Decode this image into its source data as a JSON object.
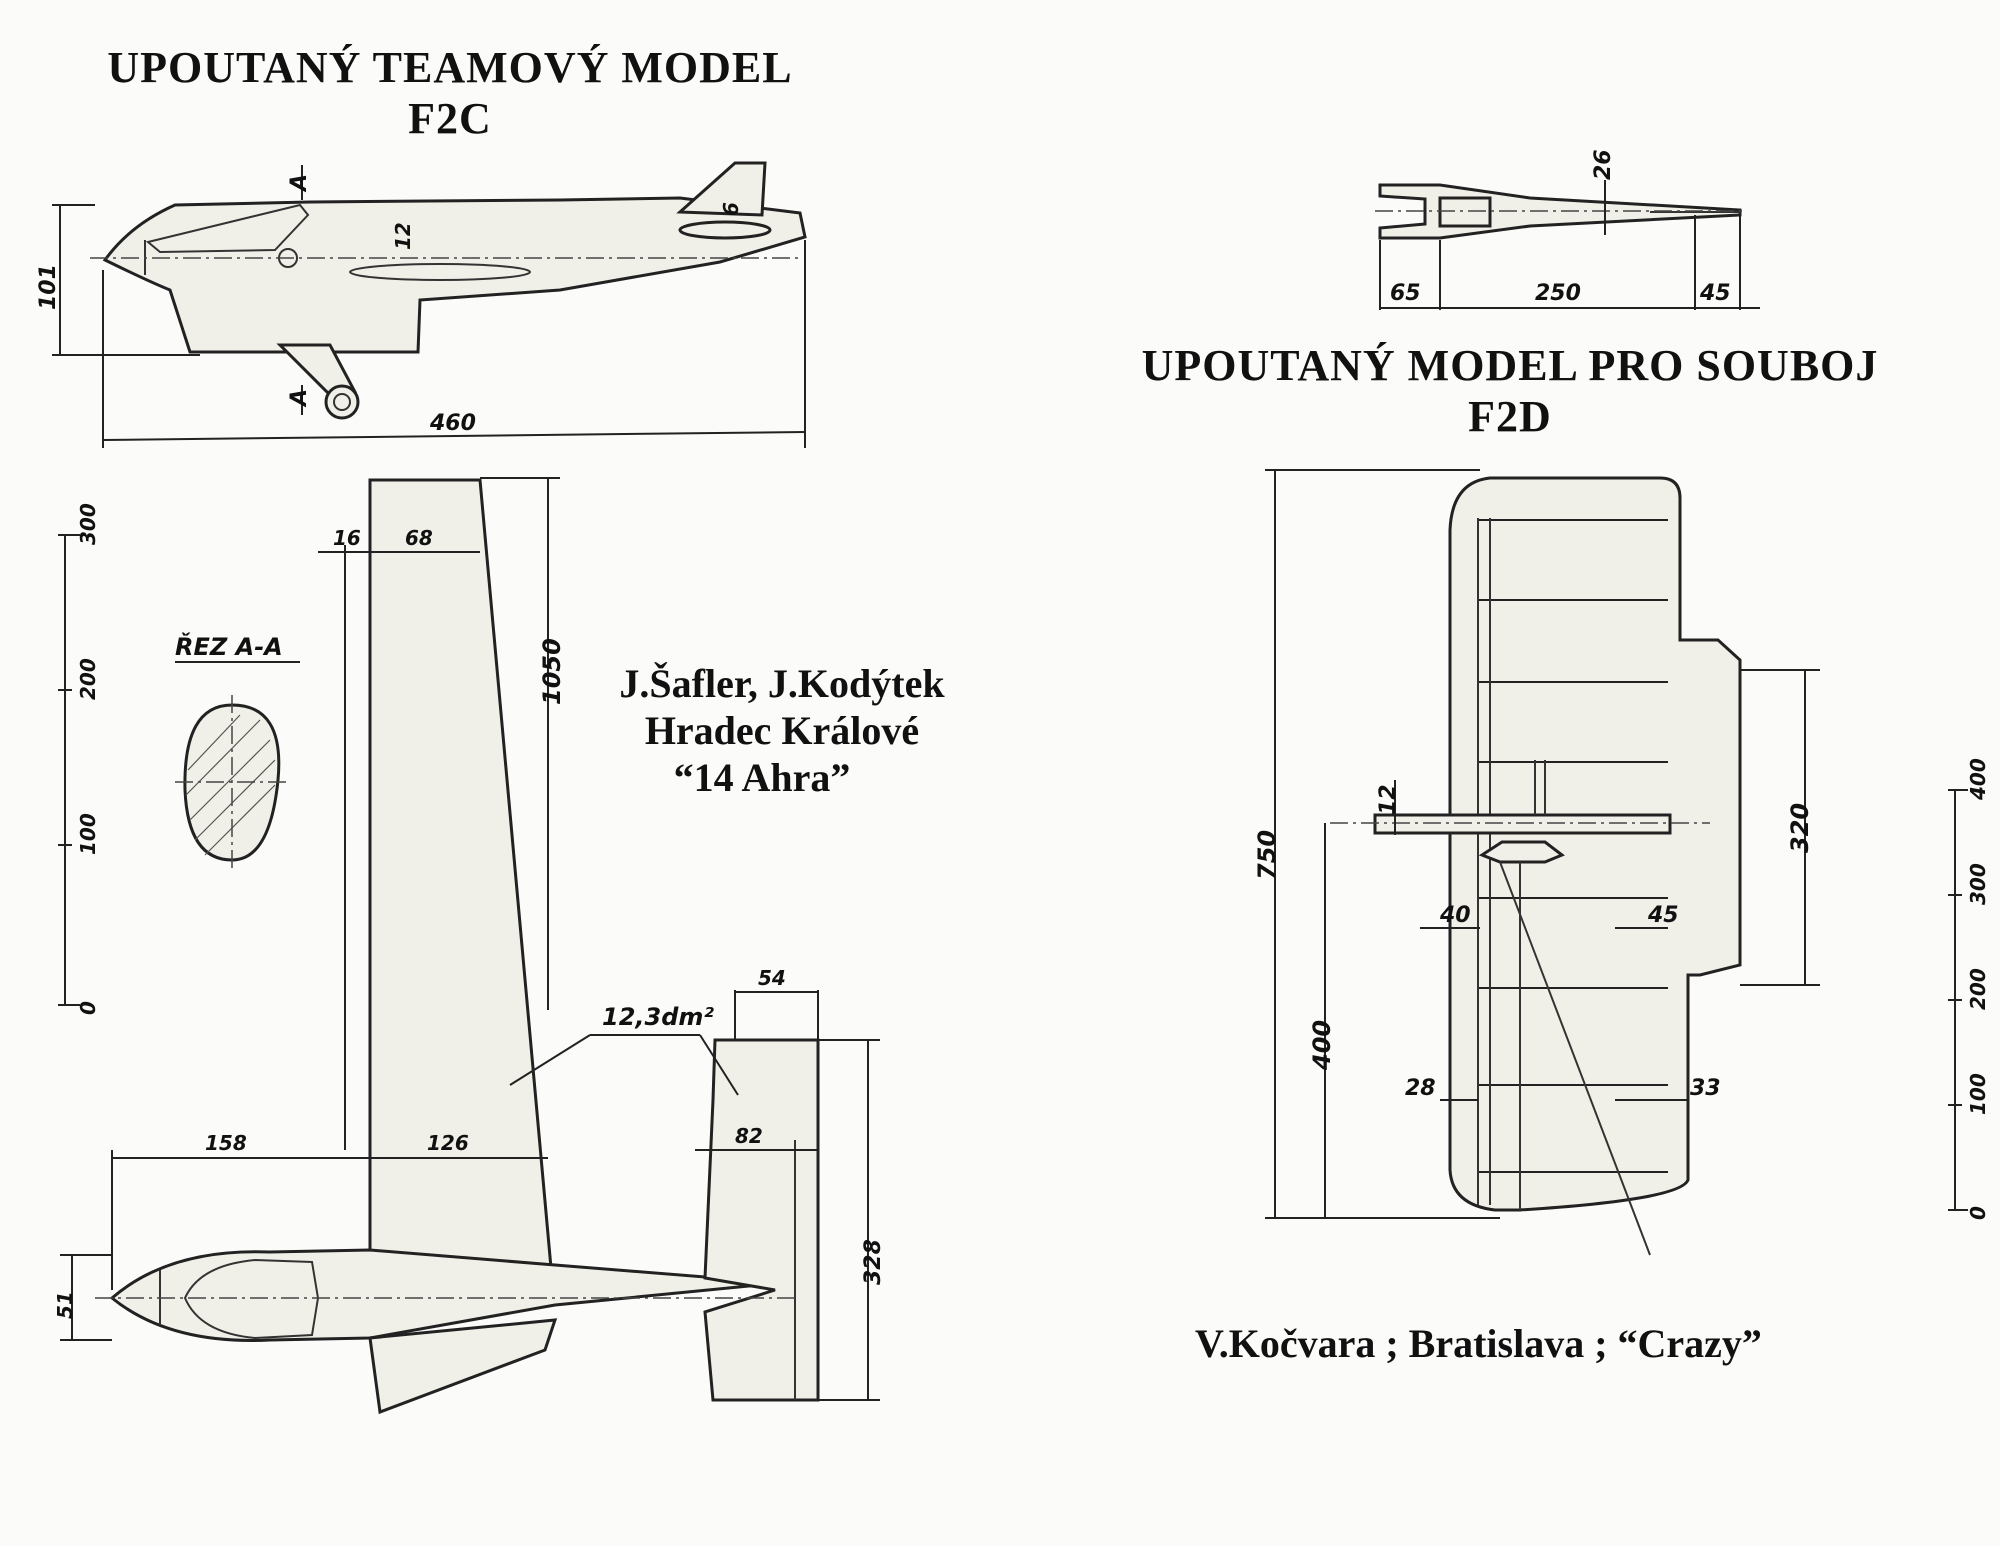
{
  "f2c": {
    "title_line1": "UPOUTANÝ  TEAMOVÝ  MODEL",
    "title_line2": "F2C",
    "credit_line1": "J.Šafler, J.Kodýtek",
    "credit_line2": "Hradec Králové",
    "credit_line3": "“14  Ahra”",
    "section_label": "ŘEZ A-A",
    "section_mark": "A",
    "area_label": "12,3dm²",
    "dims": {
      "height_101": "101",
      "length_460": "460",
      "thick_12": "12",
      "fin_6": "6",
      "span_1050": "1050",
      "d16": "16",
      "d68": "68",
      "d158": "158",
      "d126": "126",
      "d54": "54",
      "d82": "82",
      "d328": "328",
      "d51": "51"
    },
    "scale_ticks": [
      "300",
      "200",
      "100",
      "0"
    ]
  },
  "f2d": {
    "title_line1": "UPOUTANÝ  MODEL  PRO  SOUBOJ",
    "title_line2": "F2D",
    "credit": "V.Kočvara ; Bratislava ; “Crazy”",
    "dims": {
      "d26": "26",
      "d65": "65",
      "d250": "250",
      "d45a": "45",
      "d750": "750",
      "d400": "400",
      "d12": "12",
      "d40": "40",
      "d45b": "45",
      "d320": "320",
      "d28": "28",
      "d33": "33"
    },
    "scale_ticks": [
      "400",
      "300",
      "200",
      "100",
      "0"
    ]
  }
}
